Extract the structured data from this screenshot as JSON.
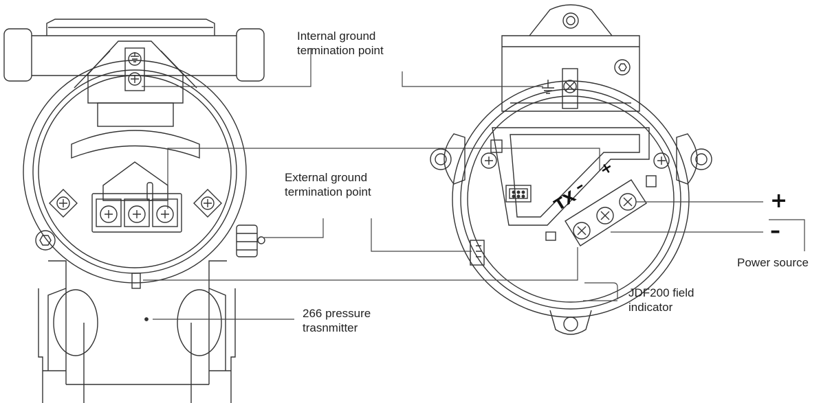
{
  "labels": {
    "internal_ground": [
      "Internal ground",
      "termination point"
    ],
    "external_ground": [
      "External ground",
      "termination point"
    ],
    "transmitter": [
      "266 pressure",
      "trasnmitter"
    ],
    "field_indicator": [
      "JDF200 field",
      "indicator"
    ],
    "power_source": "Power source"
  },
  "indicator_terminals": {
    "tx": "TX",
    "minus": "–",
    "plus": "+"
  },
  "power_terminals": {
    "plus": "+",
    "minus": "–"
  }
}
